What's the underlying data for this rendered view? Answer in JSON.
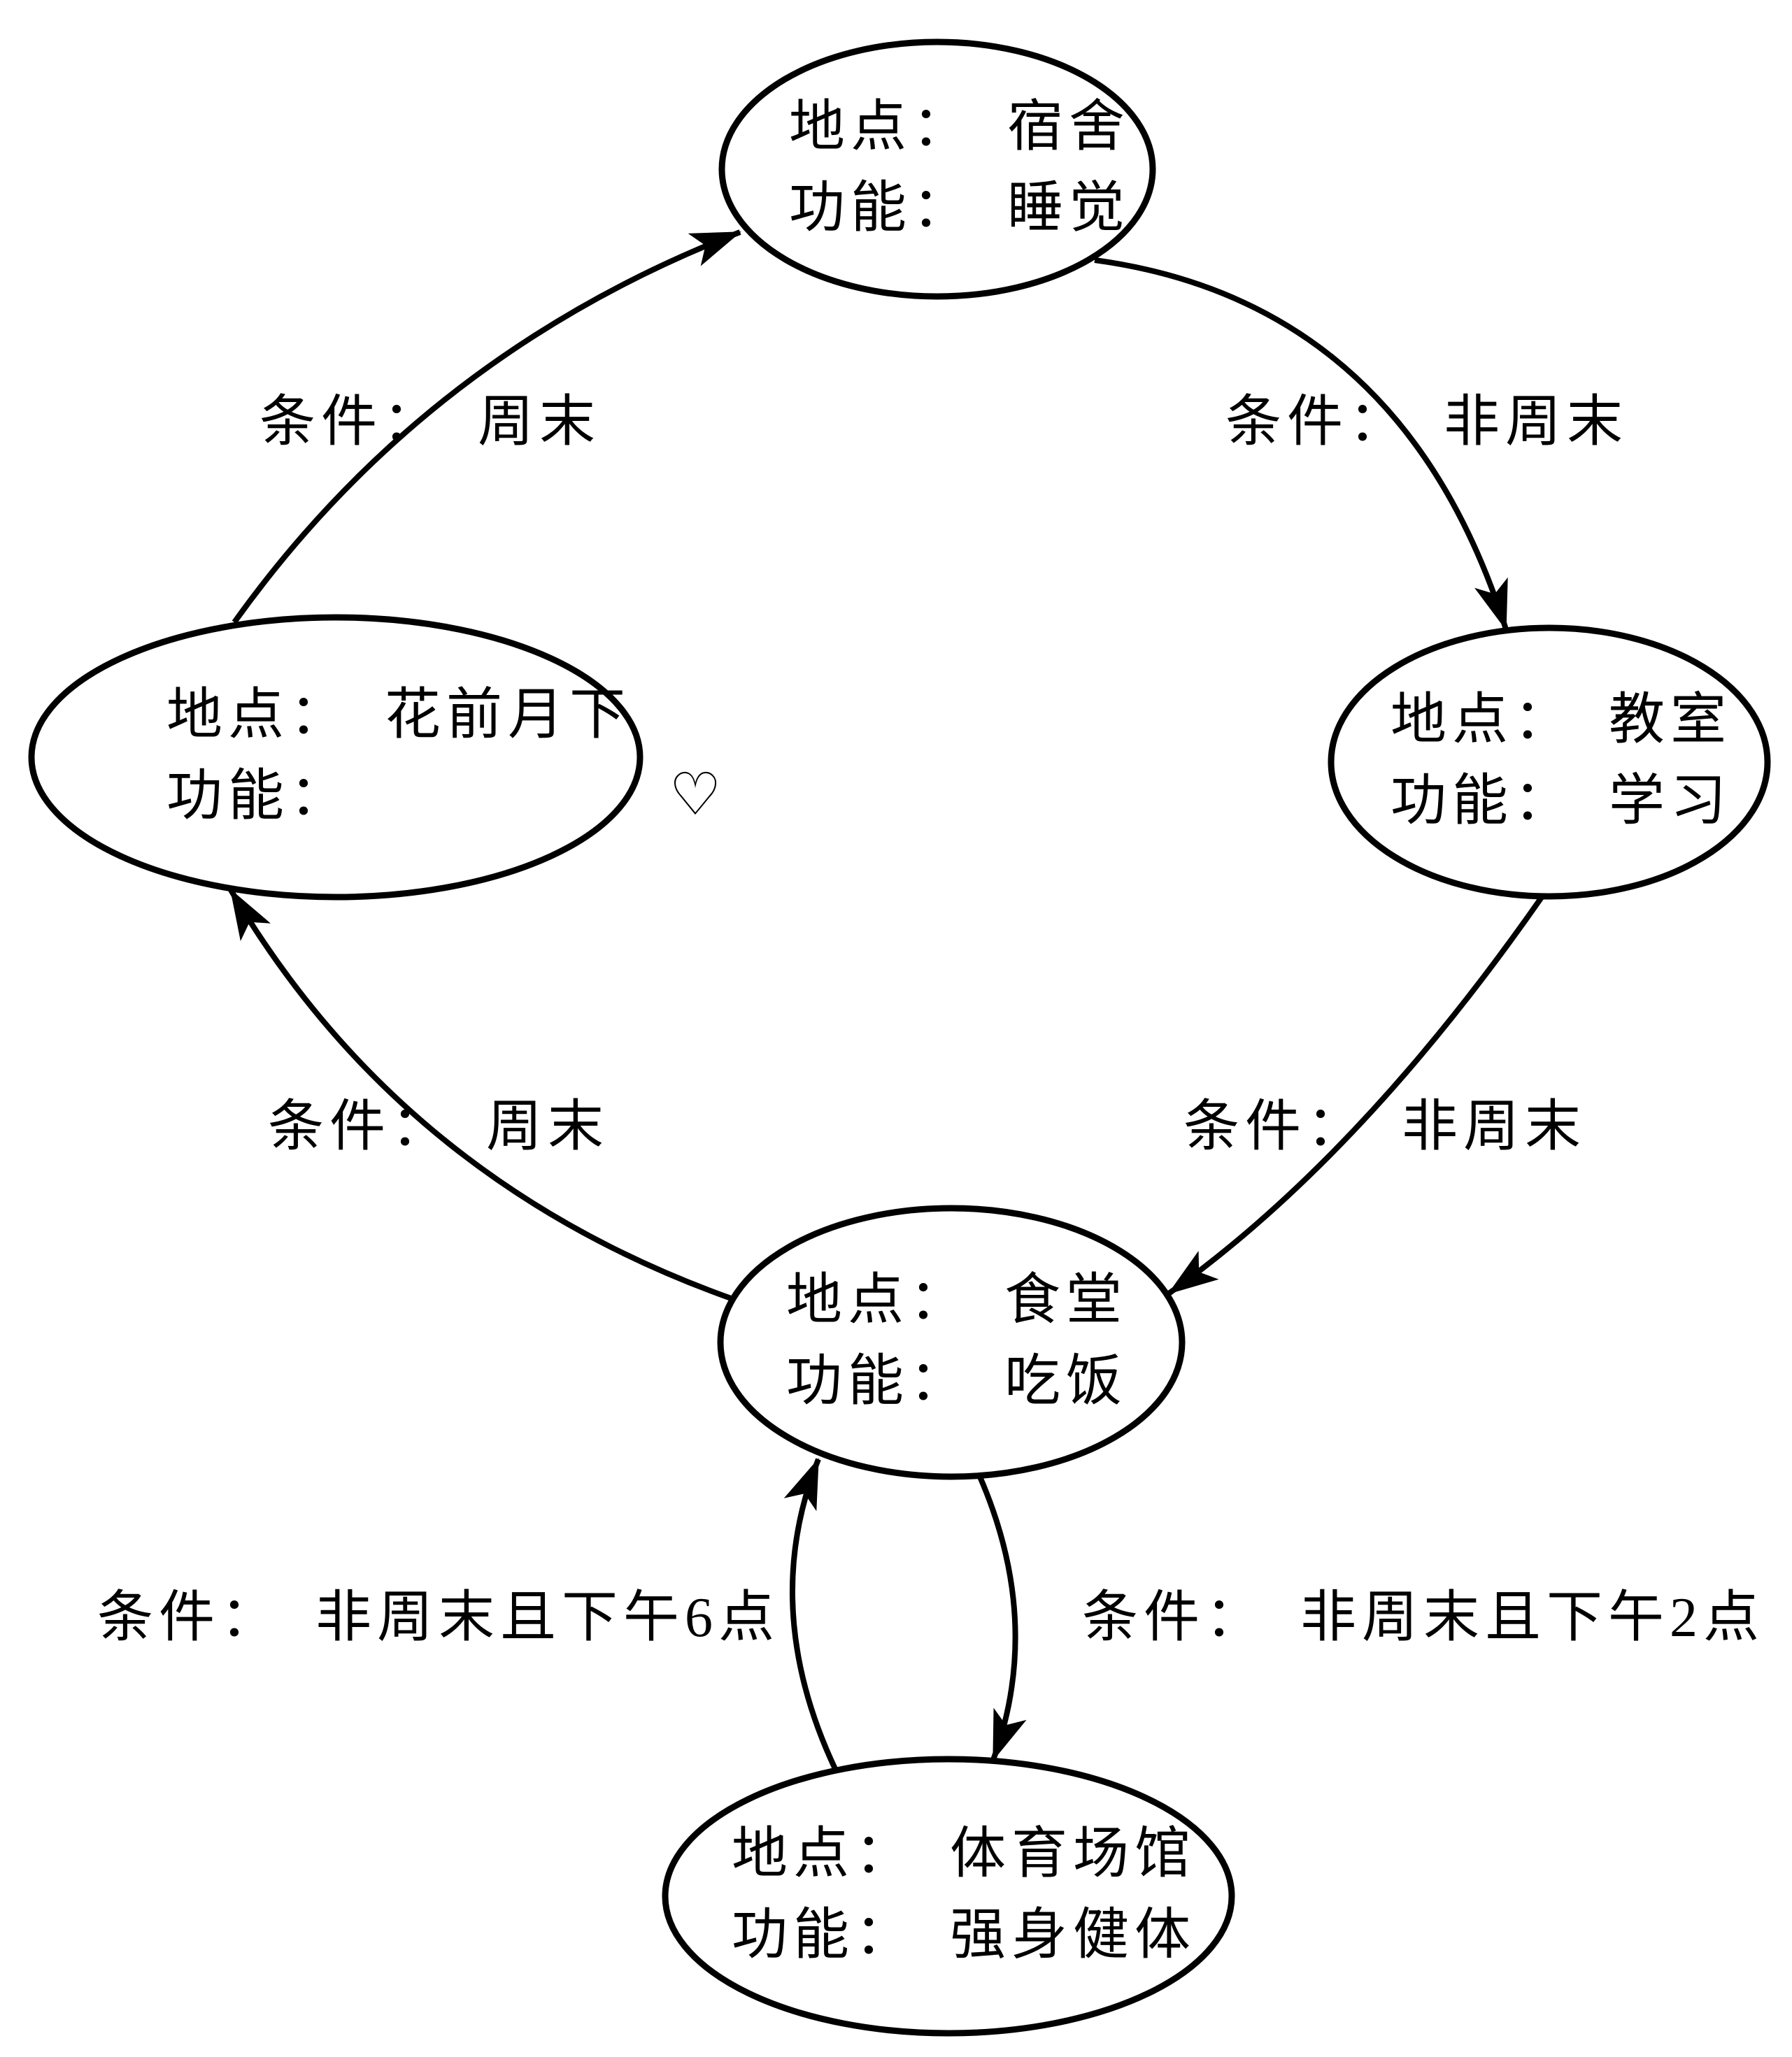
{
  "colors": {
    "ink": "#000000",
    "background": "#ffffff"
  },
  "diagram": {
    "type": "state-transition-diagram",
    "nodes": [
      {
        "id": "dorm",
        "line1": "地点： 宿舍",
        "line2": "功能： 睡觉"
      },
      {
        "id": "classroom",
        "line1": "地点： 教室",
        "line2": "功能： 学习"
      },
      {
        "id": "canteen",
        "line1": "地点： 食堂",
        "line2": "功能： 吃饭"
      },
      {
        "id": "romance",
        "line1": "地点： 花前月下",
        "line2": "功能：",
        "heart": "♡"
      },
      {
        "id": "gym",
        "line1": "地点： 体育场馆",
        "line2": "功能： 强身健体"
      }
    ],
    "edge_labels": {
      "romance_to_dorm": "条件： 周末",
      "dorm_to_classroom": "条件： 非周末",
      "classroom_to_canteen": "条件： 非周末",
      "canteen_to_romance": "条件： 周末",
      "gym_to_canteen": "条件： 非周末且下午6点",
      "canteen_to_gym": "条件： 非周末且下午2点"
    }
  }
}
